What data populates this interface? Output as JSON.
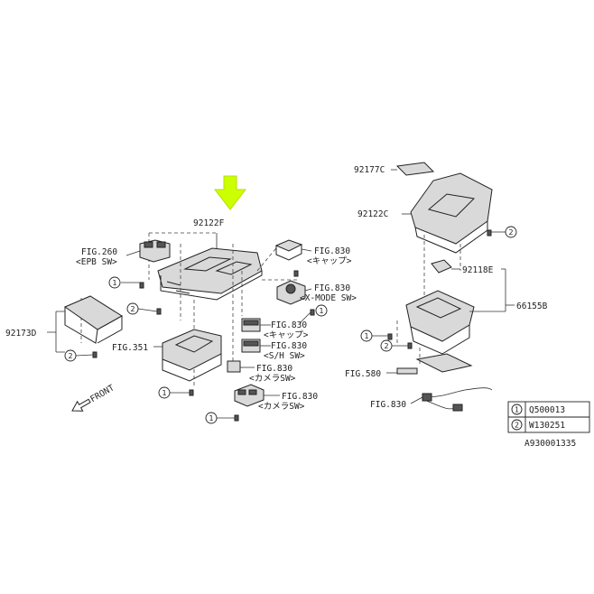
{
  "arrow_color": "#ccff00",
  "labels": {
    "p92122F": "92122F",
    "fig260": "FIG.260",
    "epb_sw": "<EPB SW>",
    "fig830_cap1": "FIG.830",
    "cap1": "<キャップ>",
    "fig830_xmode": "FIG.830",
    "xmode": "<X-MODE SW>",
    "p92173D": "92173D",
    "fig351": "FIG.351",
    "fig830_cap2": "FIG.830",
    "cap2": "<キャップ>",
    "fig830_sh": "FIG.830",
    "sh": "<S/H SW>",
    "fig830_cam1": "FIG.830",
    "cam1": "<カメラSW>",
    "fig830_cam2": "FIG.830",
    "cam2": "<カメラSW>",
    "front": "FRONT",
    "p92177C": "92177C",
    "p92122C": "92122C",
    "p92118E": "92118E",
    "p66155B": "66155B",
    "fig580": "FIG.580",
    "fig830_r": "FIG.830"
  },
  "callouts": {
    "one": "1",
    "two": "2"
  },
  "legend": [
    {
      "num": "1",
      "code": "Q500013"
    },
    {
      "num": "2",
      "code": "W130251"
    }
  ],
  "catalog_number": "A930001335"
}
